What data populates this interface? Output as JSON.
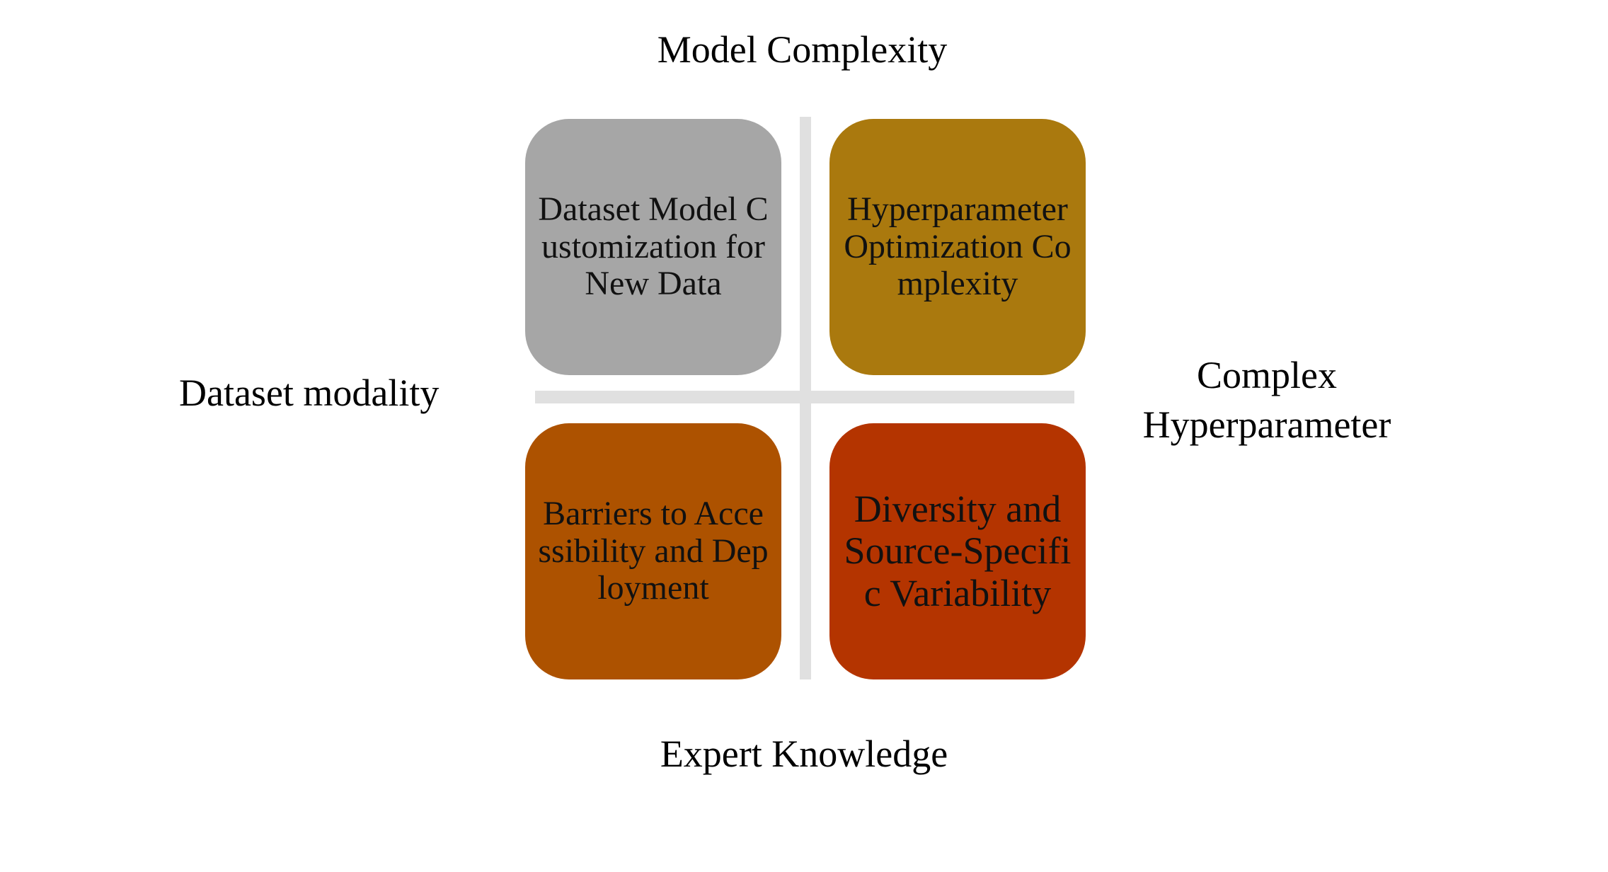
{
  "axes": {
    "top": "Model Complexity",
    "left": "Dataset modality",
    "right": "Complex Hyperparameter",
    "bottom": "Expert Knowledge"
  },
  "quadrants": {
    "top_left": {
      "text": "Dataset Model Customization for New Data",
      "color": "#a6a6a6"
    },
    "top_right": {
      "text": "Hyperparameter Optimization Complexity",
      "color": "#aa790e"
    },
    "bottom_left": {
      "text": "Barriers to Accessibility and Deployment",
      "color": "#ad5200"
    },
    "bottom_right": {
      "text": "Diversity and Source-Specific Variability",
      "color": "#b43400"
    }
  },
  "divider_color": "#e0e0e0"
}
